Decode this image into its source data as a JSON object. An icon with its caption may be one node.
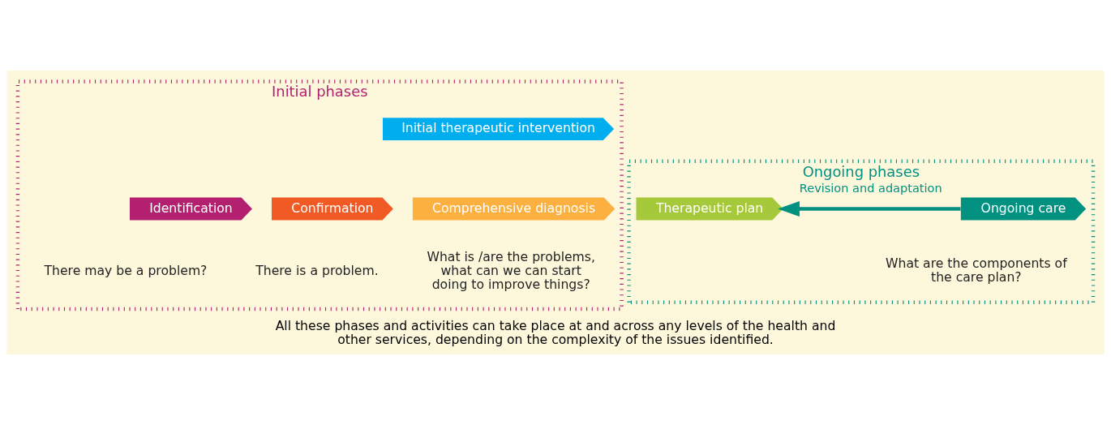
{
  "diagram": {
    "caption": "All these phases and activities can take place at and across any levels of the health and other services, depending on the complexity of the issues identified.",
    "nodes": [
      {
        "text": [
          "Initial phases"
        ]
      },
      {
        "text": [
          "Identification"
        ],
        "in": 0,
        "beside": [
          "There may be a problem?"
        ]
      },
      {
        "text": [
          "Confirmation"
        ],
        "in": 0,
        "beside": [
          "There is a problem."
        ]
      },
      {
        "text": [
          "Initial therapeutic intervention"
        ],
        "in": 0
      },
      {
        "text": [
          "Comprehensive diagnosis"
        ],
        "in": 0,
        "beside": [
          "What is /are the problems, what can we can start doing to improve things?"
        ]
      },
      {
        "text": [
          "Ongoing phases"
        ]
      },
      {
        "text": [
          "Therapeutic plan"
        ],
        "in": 5
      },
      {
        "text": [
          "Ongoing care"
        ],
        "in": 5,
        "beside": [
          "What are the components of the care plan?"
        ]
      }
    ],
    "edges": [
      {
        "from": 7,
        "to": 6,
        "arrow": "to",
        "label": "Revision and adaptation"
      }
    ]
  }
}
